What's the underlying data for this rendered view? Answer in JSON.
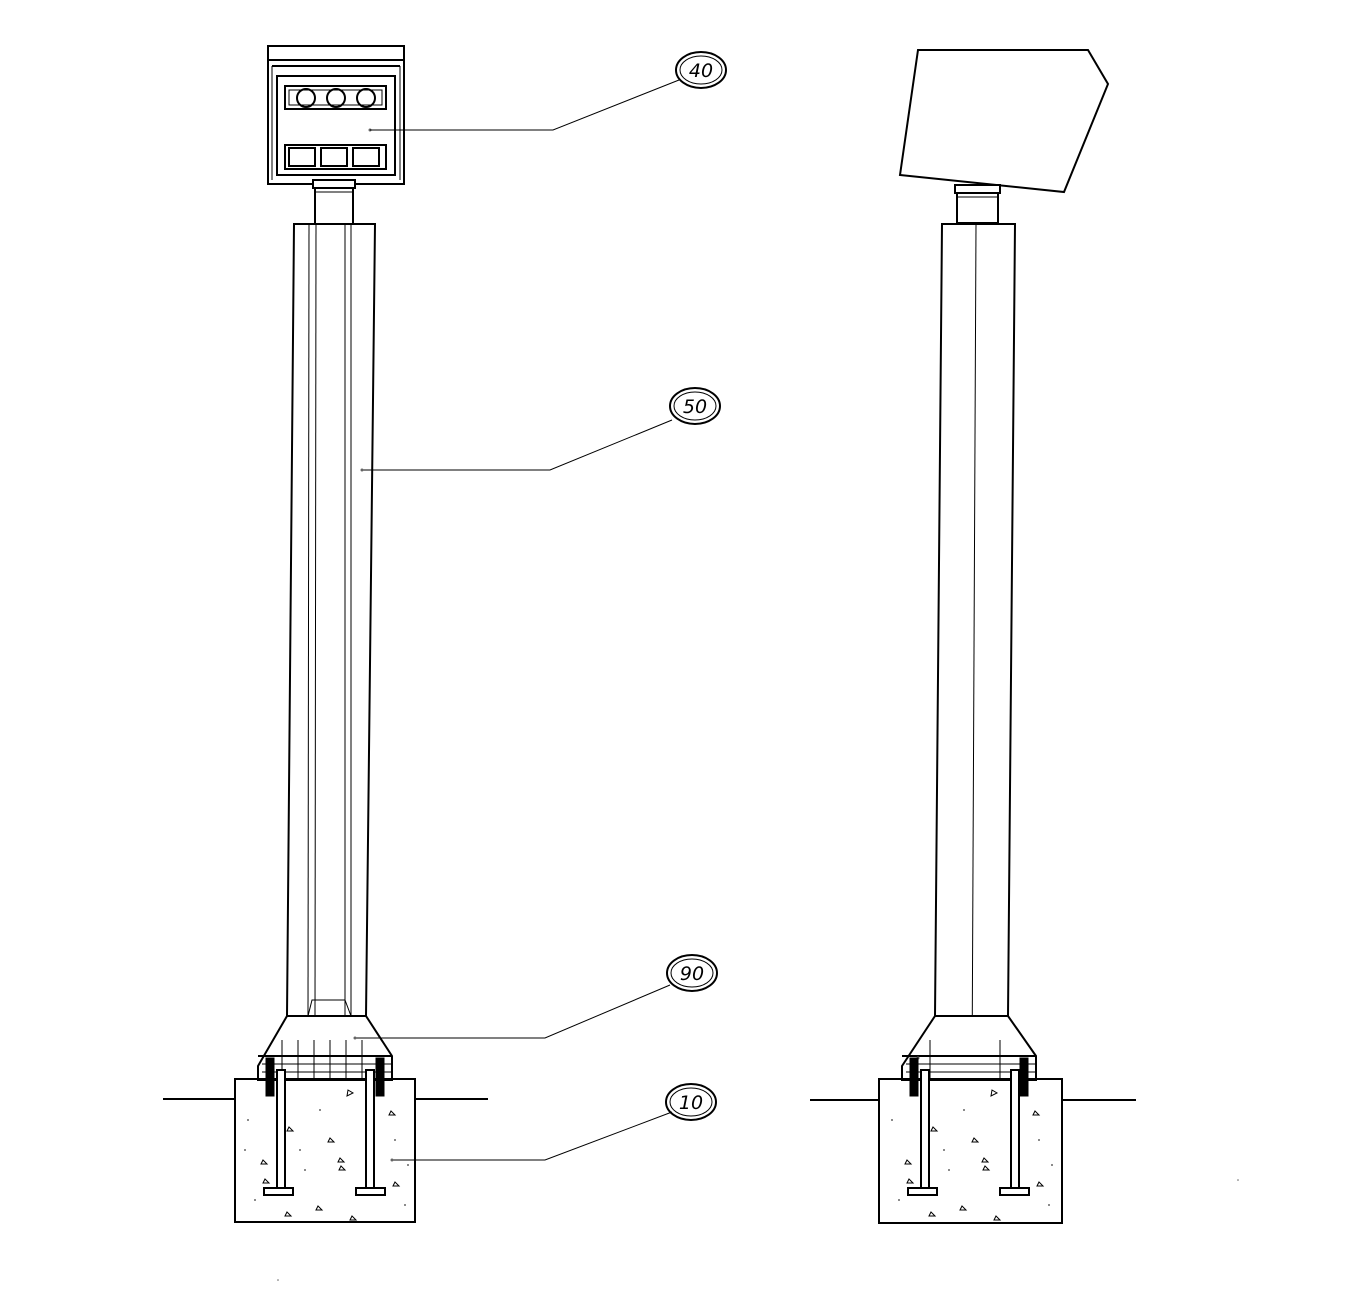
{
  "callouts": [
    {
      "id": "40",
      "label": "40"
    },
    {
      "id": "50",
      "label": "50"
    },
    {
      "id": "90",
      "label": "90"
    },
    {
      "id": "10",
      "label": "10"
    }
  ]
}
